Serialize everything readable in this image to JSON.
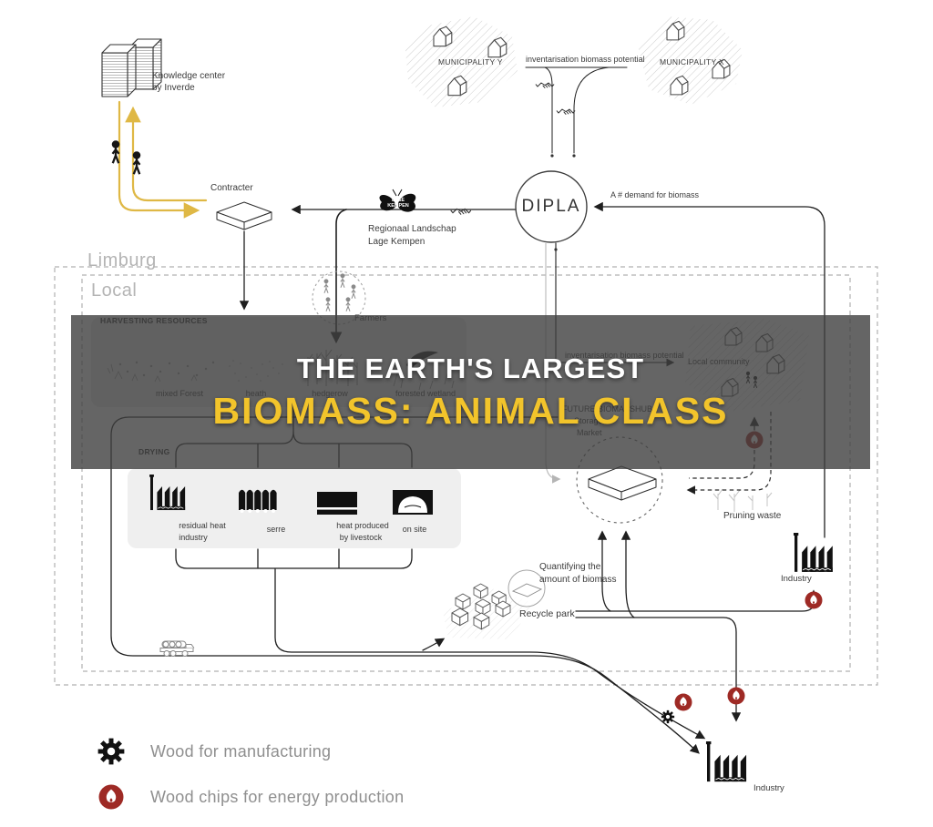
{
  "banner": {
    "line1": "THE EARTH'S LARGEST",
    "line2": "BIOMASS: ANIMAL CLASS"
  },
  "nodes": {
    "knowledge_center": {
      "line1": "Knowledge center",
      "line2": "by Inverde"
    },
    "contracter": {
      "label": "Contracter"
    },
    "municipality_y": {
      "label": "MUNICIPALITY Y"
    },
    "municipality_x": {
      "label": "MUNICIPALITY X"
    },
    "inventarisation_top": {
      "label": "inventarisation biomass potential"
    },
    "dipla": {
      "label": "DIPLA"
    },
    "demand": {
      "label": "A # demand for biomass"
    },
    "regionaal_landschap": {
      "line1": "Regionaal Landschap",
      "line2": "Lage Kempen",
      "logo_line1": "LAGE",
      "logo_line2": "KEMPEN"
    },
    "farmers": {
      "label": "Farmers"
    },
    "local_community": {
      "label": "Local community"
    },
    "inventarisation_local": {
      "label": "inventarisation biomass potential"
    },
    "biomass_hub": {
      "line1": "FUTURE BIOMASSHUB",
      "line2": "Storage",
      "line3": "Market"
    },
    "pruning_waste": {
      "label": "Pruning waste"
    },
    "quantify": {
      "line1": "Quantifying the",
      "line2": "amount of biomass"
    },
    "recycle_park": {
      "label": "Recycle park"
    },
    "industry_right": {
      "label": "Industry"
    },
    "industry_bottom": {
      "label": "Industry"
    }
  },
  "regions": {
    "outer_label": "Limburg",
    "inner_label": "Local"
  },
  "harvesting": {
    "title": "HARVESTING RESOURCES",
    "items": [
      "mixed Forest",
      "heath",
      "hedgerow",
      "forested wetland"
    ]
  },
  "drying": {
    "title": "DRYING",
    "items": [
      {
        "line1": "residual heat",
        "line2": "industry"
      },
      {
        "line1": "serre",
        "line2": ""
      },
      {
        "line1": "heat produced",
        "line2": "by livestock"
      },
      {
        "line1": "on site",
        "line2": ""
      }
    ]
  },
  "legend": {
    "items": [
      {
        "icon": "gear-icon",
        "label": "Wood for manufacturing"
      },
      {
        "icon": "flame-icon",
        "label": "Wood chips for energy production"
      }
    ]
  },
  "colors": {
    "accent_yellow": "#DFB845",
    "title_yellow": "#F2C42B",
    "flame_red": "#9E2A25",
    "overlay": "rgba(62,62,62,0.80)",
    "dash_gray": "#B0B0B0",
    "line_dark": "#1F1F1F"
  }
}
